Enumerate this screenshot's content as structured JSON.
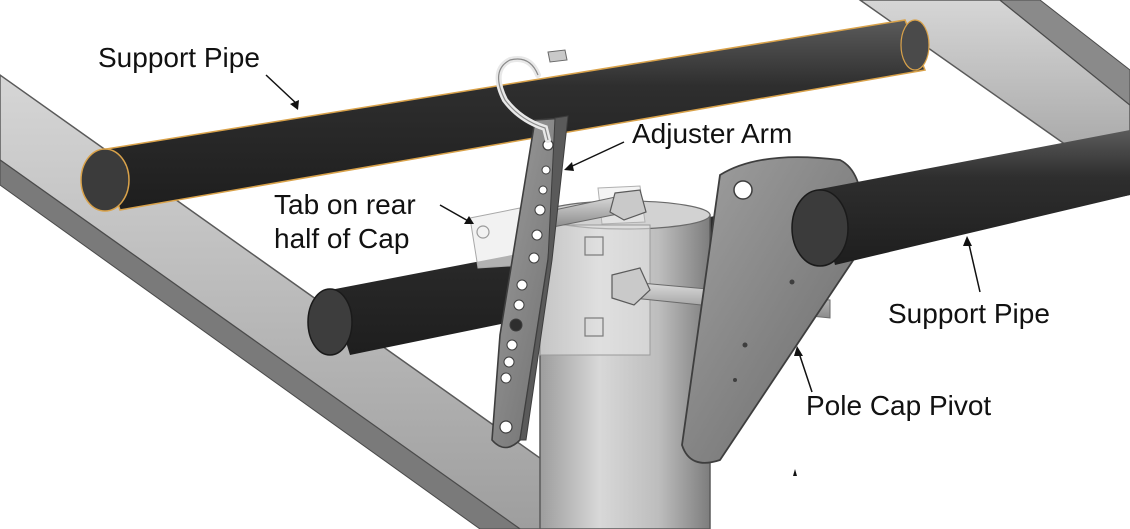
{
  "labels": {
    "support_pipe_top": "Support Pipe",
    "adjuster_arm": "Adjuster Arm",
    "tab_on_rear": "Tab on rear\nhalf of Cap",
    "support_pipe_right": "Support Pipe",
    "pole_cap_pivot": "Pole Cap Pivot"
  },
  "colors": {
    "pipe": "#3a3a3a",
    "frame": "#b9b9b9",
    "plate": "#8c8c8c",
    "pole": "#c7c7c7",
    "highlight_outline": "#d9a24a",
    "leader": "#111111"
  }
}
